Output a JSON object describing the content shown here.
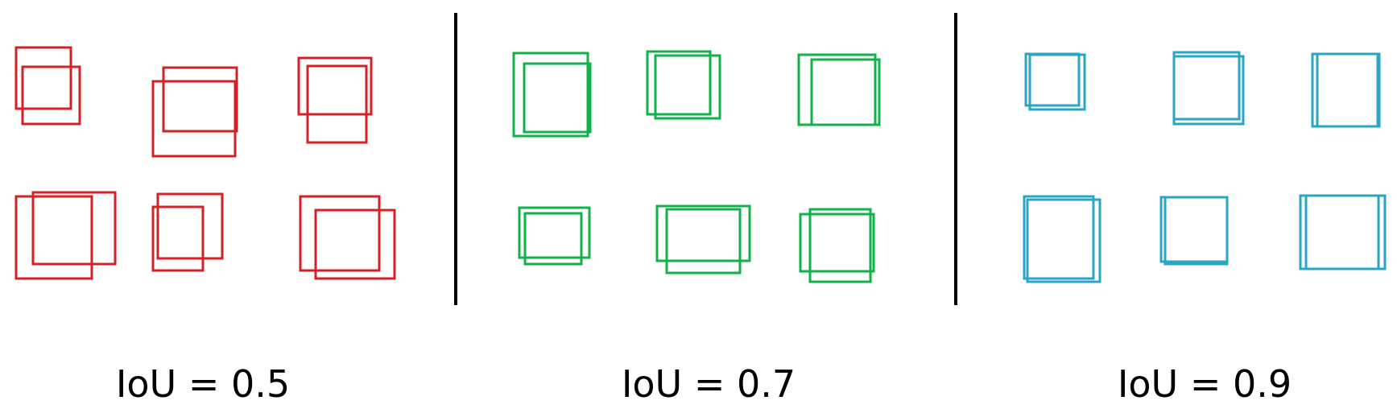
{
  "panels": [
    {
      "label": "IoU = 0.5",
      "iou": 0.5,
      "color": "#d42027",
      "pairs_shown": 6
    },
    {
      "label": "IoU = 0.7",
      "iou": 0.7,
      "color": "#12b24a",
      "pairs_shown": 6
    },
    {
      "label": "IoU = 0.9",
      "iou": 0.9,
      "color": "#2aa6c4",
      "pairs_shown": 6
    }
  ]
}
